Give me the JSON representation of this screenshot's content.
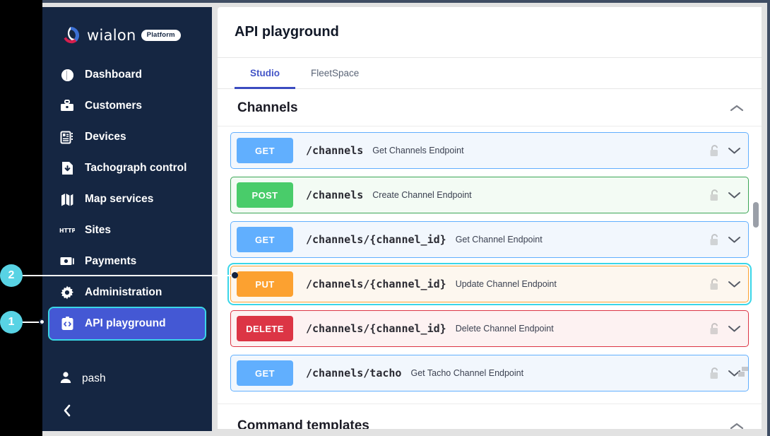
{
  "app": {
    "logo_word": "wialon",
    "logo_badge": "Platform",
    "logo_icon": "wialon-swirl-logo"
  },
  "sidebar": {
    "items": [
      {
        "label": "Dashboard",
        "icon": "dashboard-pie-icon",
        "active": false
      },
      {
        "label": "Customers",
        "icon": "briefcase-icon",
        "active": false
      },
      {
        "label": "Devices",
        "icon": "device-list-icon",
        "active": false
      },
      {
        "label": "Tachograph control",
        "icon": "file-download-icon",
        "active": false
      },
      {
        "label": "Map services",
        "icon": "map-icon",
        "active": false
      },
      {
        "label": "Sites",
        "icon": "http-text-icon",
        "active": false
      },
      {
        "label": "Payments",
        "icon": "banknote-icon",
        "active": false
      },
      {
        "label": "Administration",
        "icon": "gear-icon",
        "active": false
      },
      {
        "label": "API playground",
        "icon": "code-clipboard-icon",
        "active": true
      }
    ],
    "user": {
      "label": "pash",
      "icon": "user-avatar-icon"
    },
    "collapse": {
      "icon": "chevron-left-icon"
    }
  },
  "header": {
    "title": "API playground"
  },
  "tabs": [
    {
      "label": "Studio",
      "active": true
    },
    {
      "label": "FleetSpace",
      "active": false
    }
  ],
  "sections": [
    {
      "title": "Channels",
      "collapse_icon": "chevron-up-icon",
      "operations": [
        {
          "method": "GET",
          "path": "/channels",
          "summary": "Get Channels Endpoint",
          "lock_icon": "unlocked-padlock-icon",
          "expand_icon": "chevron-down-icon",
          "highlighted": false
        },
        {
          "method": "POST",
          "path": "/channels",
          "summary": "Create Channel Endpoint",
          "lock_icon": "unlocked-padlock-icon",
          "expand_icon": "chevron-down-icon",
          "highlighted": false
        },
        {
          "method": "GET",
          "path": "/channels/{channel_id}",
          "summary": "Get Channel Endpoint",
          "lock_icon": "unlocked-padlock-icon",
          "expand_icon": "chevron-down-icon",
          "highlighted": false
        },
        {
          "method": "PUT",
          "path": "/channels/{channel_id}",
          "summary": "Update Channel Endpoint",
          "lock_icon": "unlocked-padlock-icon",
          "expand_icon": "chevron-down-icon",
          "highlighted": true
        },
        {
          "method": "DELETE",
          "path": "/channels/{channel_id}",
          "summary": "Delete Channel Endpoint",
          "lock_icon": "unlocked-padlock-icon",
          "expand_icon": "chevron-down-icon",
          "highlighted": false
        },
        {
          "method": "GET",
          "path": "/channels/tacho",
          "summary": "Get Tacho Channel Endpoint",
          "lock_icon": "unlocked-padlock-icon",
          "expand_icon": "chevron-down-icon",
          "highlighted": false
        }
      ]
    },
    {
      "title": "Command templates",
      "collapse_icon": "chevron-up-icon",
      "operations": []
    }
  ],
  "annotations": [
    {
      "number": "2",
      "target": "put-channels-channel-id-row"
    },
    {
      "number": "1",
      "target": "sidebar-item-api-playground"
    }
  ],
  "colors": {
    "sidebar_bg": "#152642",
    "active_nav": "#4458d4",
    "highlight": "#3ad6e8",
    "tab_active": "#3b4cc0",
    "get": "#61affe",
    "post": "#49cc6a",
    "put": "#fca130",
    "delete": "#dc3545",
    "marker": "#58d3e4"
  }
}
